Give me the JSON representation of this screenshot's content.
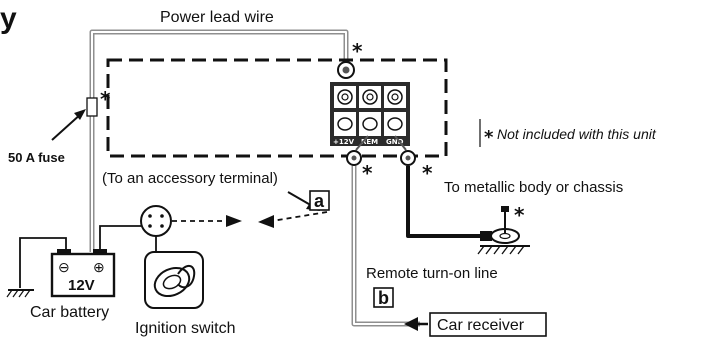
{
  "title_fragment": "y",
  "labels": {
    "power_lead": "Power lead wire",
    "fuse": "50 A fuse",
    "accessory": "(To an accessory terminal)",
    "metal_body": "To metallic body or chassis",
    "remote_line": "Remote turn-on line",
    "car_battery": "Car battery",
    "ignition": "Ignition switch",
    "car_receiver": "Car receiver",
    "not_included": "Not included with this unit",
    "battery_voltage": "12V",
    "terminal_12v": "+12V",
    "terminal_rem": "REM",
    "terminal_gnd": "GND",
    "marker_a": "a",
    "marker_b": "b",
    "star": "*",
    "minus": "⊖",
    "plus": "⊕"
  },
  "colors": {
    "ink": "#111111",
    "wire_gray": "#9a9a9a",
    "terminal_block": "#2b2b2b"
  }
}
